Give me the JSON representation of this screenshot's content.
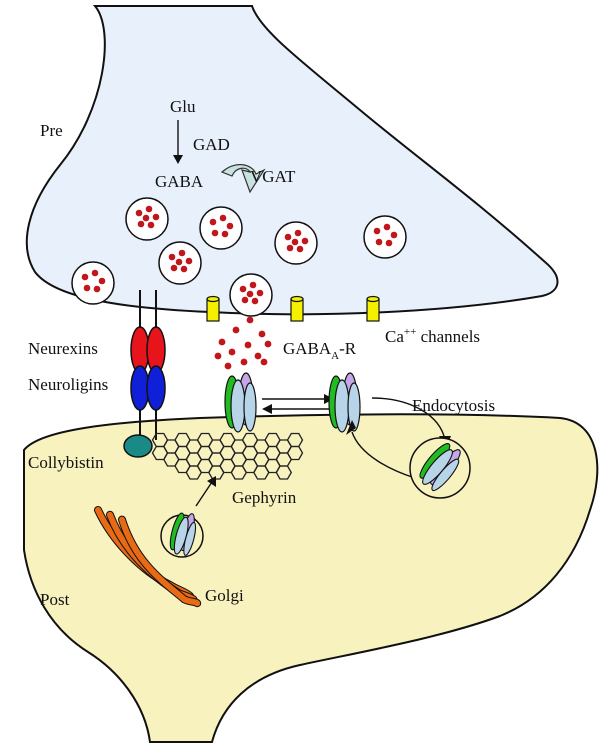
{
  "labels": {
    "pre": "Pre",
    "post": "Post",
    "glu": "Glu",
    "gad": "GAD",
    "gaba": "GABA",
    "vgat": "VGAT",
    "neurexins": "Neurexins",
    "neuroligins": "Neuroligins",
    "collybistin": "Collybistin",
    "gephyrin": "Gephyrin",
    "golgi": "Golgi",
    "endocytosis": "Endocytosis",
    "ca_main": "Ca",
    "ca_sup": "++",
    "ca_rest": " channels",
    "gabaa_main": "GABA",
    "gabaa_sub": "A",
    "gabaa_rest": "-R"
  },
  "colors": {
    "presynaptic_fill": "#e8f0fb",
    "postsynaptic_fill": "#f8f2bf",
    "vesicle_dot": "#c0161c",
    "neurexin": "#e8141c",
    "neuroligin": "#1020d8",
    "collybistin": "#1a8a86",
    "ca_channel": "#f5f000",
    "golgi": "#e86a14",
    "receptor_green": "#22bb22",
    "receptor_purple": "#c6a6e8",
    "receptor_blue": "#b8d4e8",
    "vgat_arrow": "#c8e2e0"
  },
  "icons": [
    "vgat-transport-arrow-icon",
    "gaba-vesicle-icon",
    "calcium-channel-icon",
    "gabaa-receptor-icon"
  ]
}
